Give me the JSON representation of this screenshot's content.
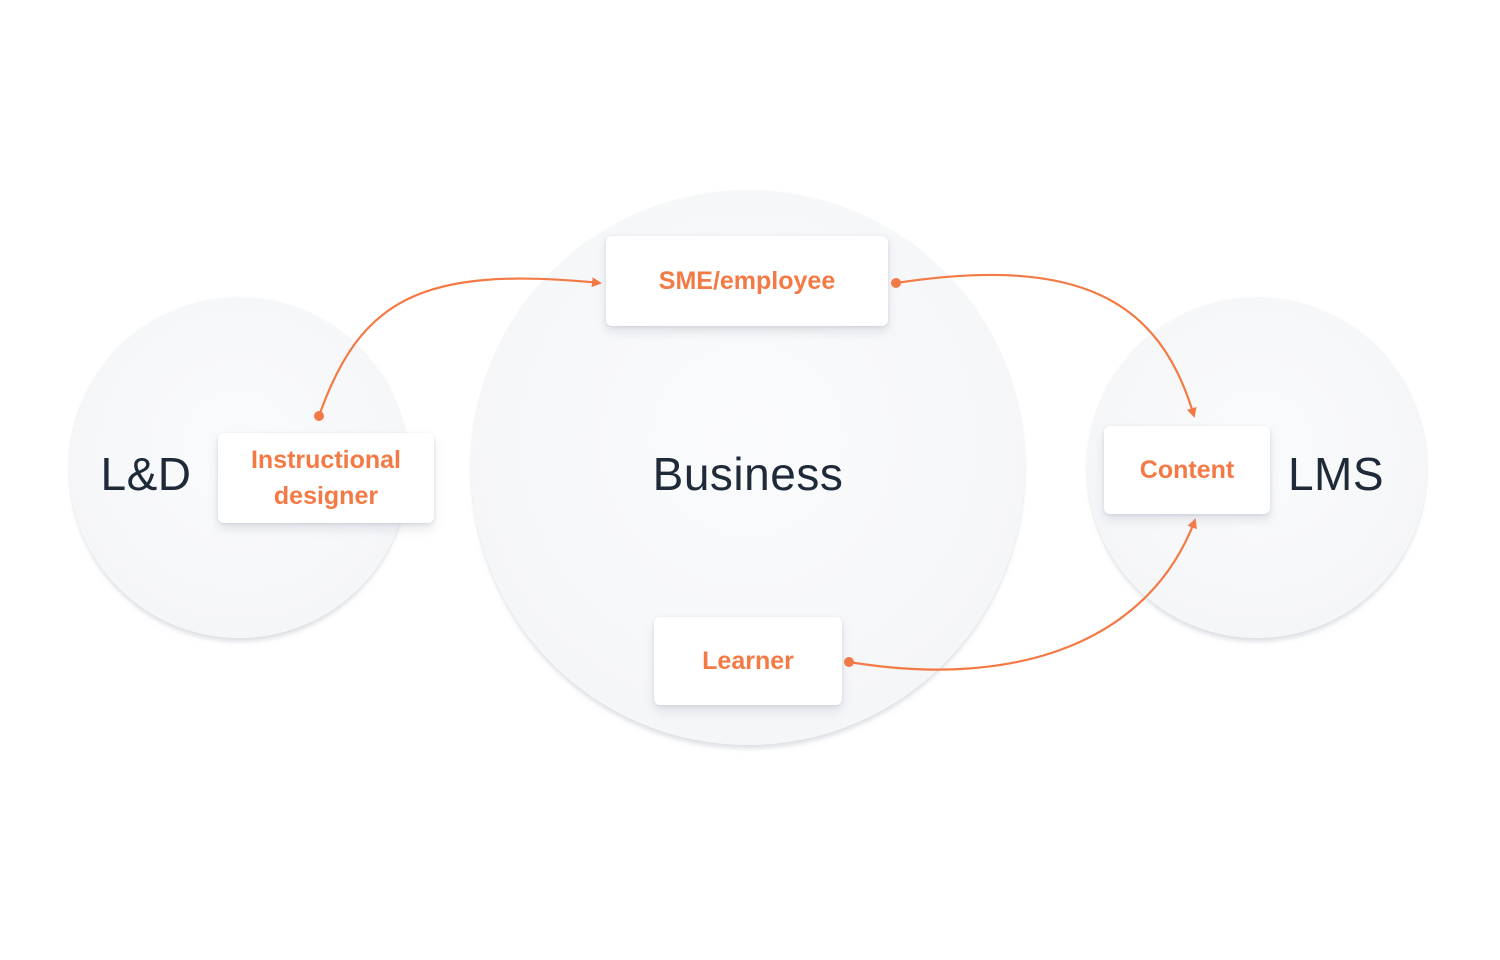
{
  "colors": {
    "accent": "#f47a45",
    "heading": "#1f2a38",
    "circle_fill": "#f6f7f9"
  },
  "domains": {
    "ld": "L&D",
    "business": "Business",
    "lms": "LMS"
  },
  "roles": {
    "instructional_line1": "Instructional",
    "instructional_line2": "designer",
    "sme": "SME/employee",
    "content": "Content",
    "learner": "Learner"
  },
  "flows": [
    {
      "from": "Instructional designer",
      "to": "SME/employee"
    },
    {
      "from": "SME/employee",
      "to": "Content"
    },
    {
      "from": "Learner",
      "to": "Content"
    }
  ]
}
